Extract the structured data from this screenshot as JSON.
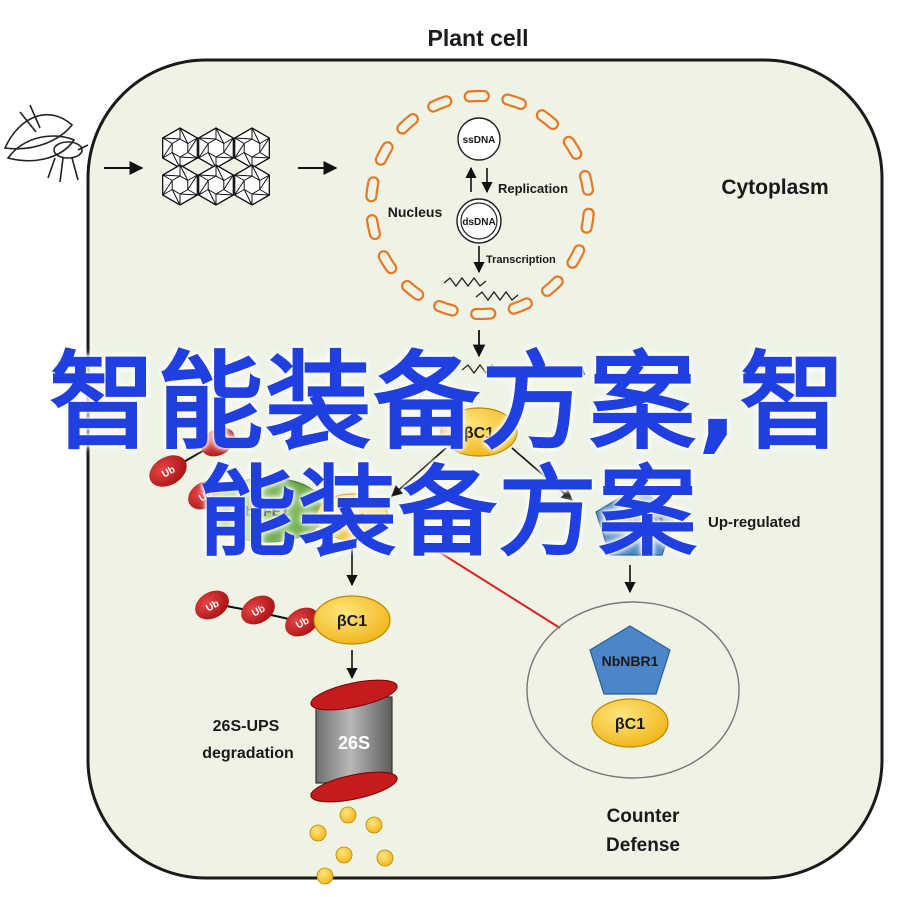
{
  "title": "Plant cell",
  "labels": {
    "cytoplasm": "Cytoplasm",
    "nucleus": "Nucleus",
    "ssdna": "ssDNA",
    "dsdna": "dsDNA",
    "replication": "Replication",
    "transcription": "Transcription",
    "mrna": "βC1 mRNA",
    "bc1": "βC1",
    "ub": "Ub",
    "ubefe1": "NbEFE1",
    "nbnbr1": "NbNBR1",
    "upregulated": "Up-regulated",
    "ups_line1": "26S-UPS",
    "ups_line2": "degradation",
    "proteasome": "26S",
    "counter_line1": "Counter",
    "counter_line2": "Defense"
  },
  "overlay": {
    "line1": "智能装备方案,智",
    "line2": "能装备方案"
  },
  "colors": {
    "cell_fill": "#eef3e6",
    "nucleus_orange": "#e87722",
    "bc1_yellow": "#f6c12b",
    "ub_red": "#c41c1c",
    "nbr1_blue": "#4a86c8",
    "overlay_blue": "#1f3fe0",
    "inhibit_red": "#e02020"
  }
}
